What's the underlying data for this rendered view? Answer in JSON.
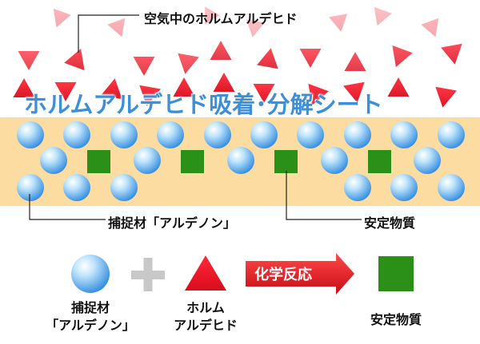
{
  "labels": {
    "formaldehyde_in_air": "空気中のホルムアルデヒド",
    "sheet_title": "ホルムアルデヒド吸着･分解シート",
    "capture_material": "捕捉材「アルデノン」",
    "stable_substance": "安定物質"
  },
  "legend": {
    "capture_line1": "捕捉材",
    "capture_line2": "「アルデノン」",
    "formaldehyde_line1": "ホルム",
    "formaldehyde_line2": "アルデヒド",
    "reaction": "化学反応",
    "product": "安定物質"
  },
  "colors": {
    "sheet": "#fcdca0",
    "triangle": "#e8182a",
    "square": "#2a9018",
    "plus": "#c8c8c8",
    "arrow": "#e8182a",
    "title": "#3f8fd6"
  }
}
